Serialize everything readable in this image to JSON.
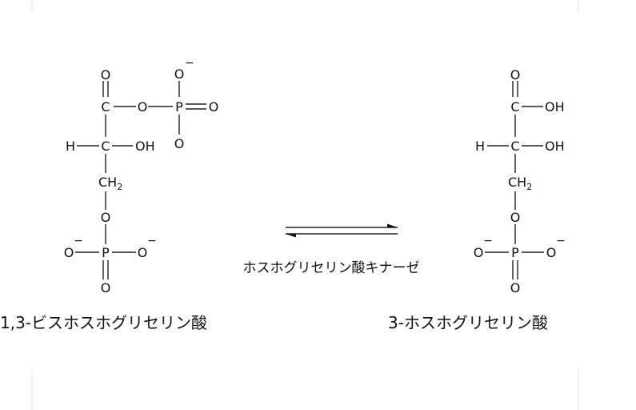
{
  "substrate": {
    "name": "1,3-ビスホスホグリセリン酸",
    "atoms": {
      "o_top": "O",
      "o_phos_top": "O",
      "charge_phos_top": "−",
      "c1": "C",
      "o_bridge": "O",
      "p_top": "P",
      "o_double": "O",
      "o_phos_bottom": "O",
      "h": "H",
      "c2": "C",
      "oh": "OH",
      "c3": "CH",
      "c3_sub": "2",
      "o_link": "O",
      "o_left": "O",
      "charge_left": "−",
      "p_bottom": "P",
      "o_right": "O",
      "charge_right": "−",
      "o_bottom": "O"
    }
  },
  "product": {
    "name": "3-ホスホグリセリン酸",
    "atoms": {
      "o_top": "O",
      "c1": "C",
      "oh1": "OH",
      "h": "H",
      "c2": "C",
      "oh2": "OH",
      "c3": "CH",
      "c3_sub": "2",
      "o_link": "O",
      "o_left": "O",
      "charge_left": "−",
      "p": "P",
      "o_right": "O",
      "charge_right": "−",
      "o_bottom": "O"
    }
  },
  "reaction": {
    "enzyme": "ホスホグリセリン酸キナーゼ",
    "arrow": "equilibrium"
  }
}
